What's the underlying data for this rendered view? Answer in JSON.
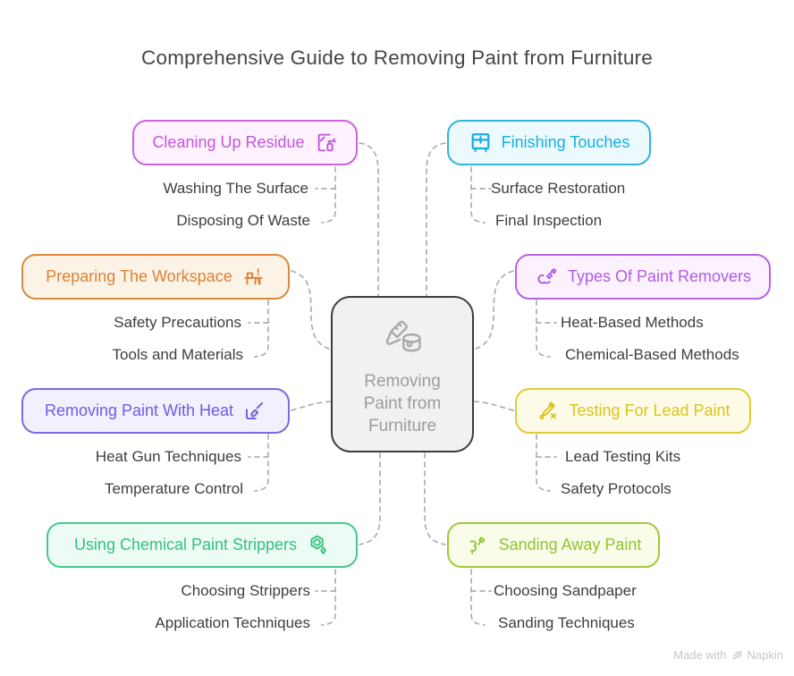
{
  "title": "Comprehensive Guide to Removing Paint from Furniture",
  "center": {
    "label": "Removing Paint from Furniture",
    "icon": "paint-brush-and-can-icon"
  },
  "branches": [
    {
      "label": "Cleaning Up Residue",
      "icon": "spray-cleaner-icon",
      "side": "left",
      "accent": "#cb63dd",
      "background": "#fdf2fe",
      "children": [
        "Washing The Surface",
        "Disposing Of Waste"
      ]
    },
    {
      "label": "Finishing Touches",
      "icon": "nightstand-icon",
      "side": "right",
      "accent": "#31b5dd",
      "background": "#ecfafd",
      "children": [
        "Surface Restoration",
        "Final Inspection"
      ]
    },
    {
      "label": "Preparing The Workspace",
      "icon": "workspace-desk-icon",
      "side": "left",
      "accent": "#db8a3d",
      "background": "#fcf3e7",
      "children": [
        "Safety Precautions",
        "Tools and Materials"
      ]
    },
    {
      "label": "Types Of Paint Removers",
      "icon": "paste-scraper-icon",
      "side": "right",
      "accent": "#b763e0",
      "background": "#fbf2fe",
      "children": [
        "Heat-Based Methods",
        "Chemical-Based Methods"
      ]
    },
    {
      "label": "Removing Paint With Heat",
      "icon": "brush-surface-icon",
      "side": "left",
      "accent": "#7b6ae2",
      "background": "#f3f0fd",
      "children": [
        "Heat Gun Techniques",
        "Temperature Control"
      ]
    },
    {
      "label": "Testing For Lead Paint",
      "icon": "test-dropper-icon",
      "side": "right",
      "accent": "#e0cd32",
      "background": "#fdfbe7",
      "children": [
        "Lead Testing Kits",
        "Safety Protocols"
      ]
    },
    {
      "label": "Using Chemical Paint Strippers",
      "icon": "chemical-hexagon-icon",
      "side": "left",
      "accent": "#46c98d",
      "background": "#ecfcf4",
      "children": [
        "Choosing Strippers",
        "Application Techniques"
      ]
    },
    {
      "label": "Sanding Away Paint",
      "icon": "sanding-tool-icon",
      "side": "right",
      "accent": "#9dca3e",
      "background": "#f8fce9",
      "children": [
        "Choosing Sandpaper",
        "Sanding Techniques"
      ]
    }
  ],
  "watermark": {
    "prefix": "Made with",
    "brand": "Napkin",
    "icon": "napkin-logo-icon"
  }
}
